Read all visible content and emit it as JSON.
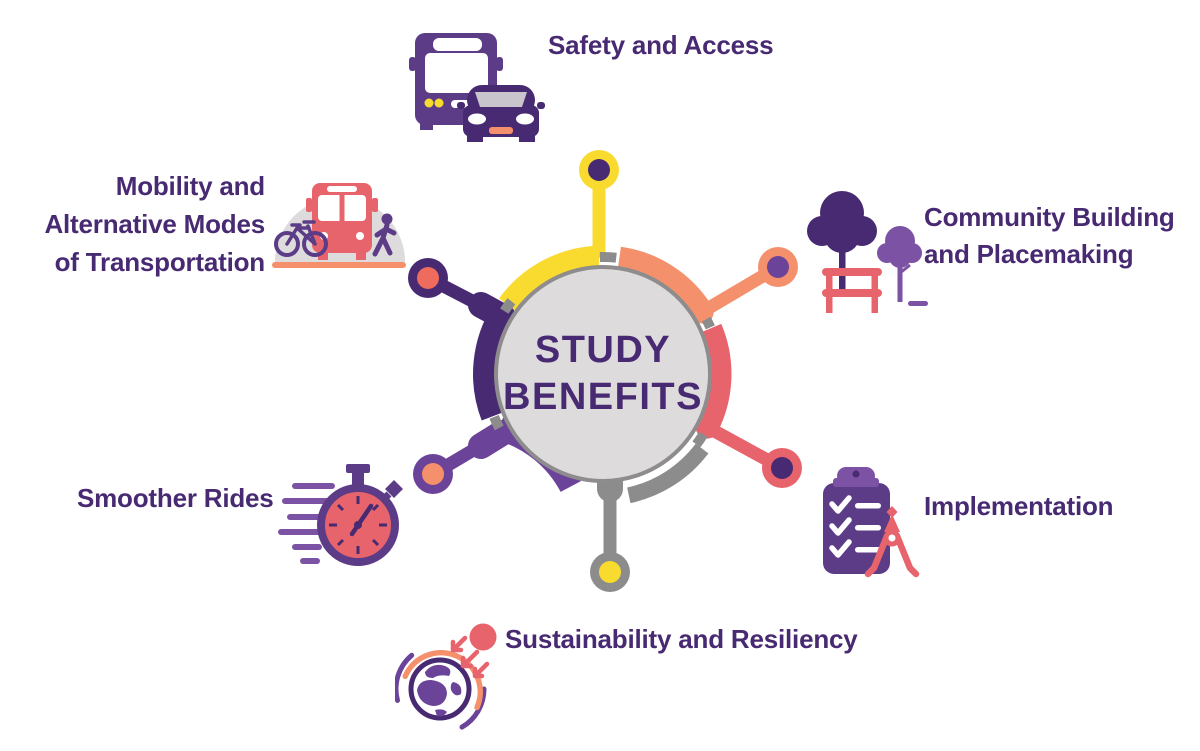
{
  "palette": {
    "purple_dark": "#482A72",
    "purple": "#5D3C87",
    "purple_mid": "#6B4399",
    "purple_light": "#7C52A5",
    "red": "#E7646C",
    "red_orange": "#EE6B5E",
    "salmon": "#F4916C",
    "yellow": "#F9DB2F",
    "gray": "#8C8C8C",
    "gray_rim": "#8E8C8D",
    "gray_light": "#DDDBDC",
    "windshield": "#C9C5CC",
    "white": "#FFFFFF"
  },
  "hub": {
    "title_lines": [
      "STUDY",
      "BENEFITS"
    ]
  },
  "benefits": {
    "safety": {
      "label": "Safety and Access",
      "icon": "bus-and-car-icon",
      "spoke_color": "yellow"
    },
    "community": {
      "label": [
        "Community Building",
        "and Placemaking"
      ],
      "icon": "trees-and-bench-icon",
      "spoke_color": "salmon"
    },
    "implementation": {
      "label": "Implementation",
      "icon": "clipboard-and-compass-icon",
      "spoke_color": "red"
    },
    "sustainability": {
      "label": "Sustainability and Resiliency",
      "icon": "globe-and-sun-icon",
      "spoke_color": "gray"
    },
    "smoother": {
      "label": "Smoother Rides",
      "icon": "stopwatch-icon",
      "spoke_color": "purple_mid"
    },
    "mobility": {
      "label": [
        "Mobility and",
        "Alternative Modes",
        "of Transportation"
      ],
      "icon": "bus-bike-pedestrian-icon",
      "spoke_color": "purple_dark"
    }
  }
}
